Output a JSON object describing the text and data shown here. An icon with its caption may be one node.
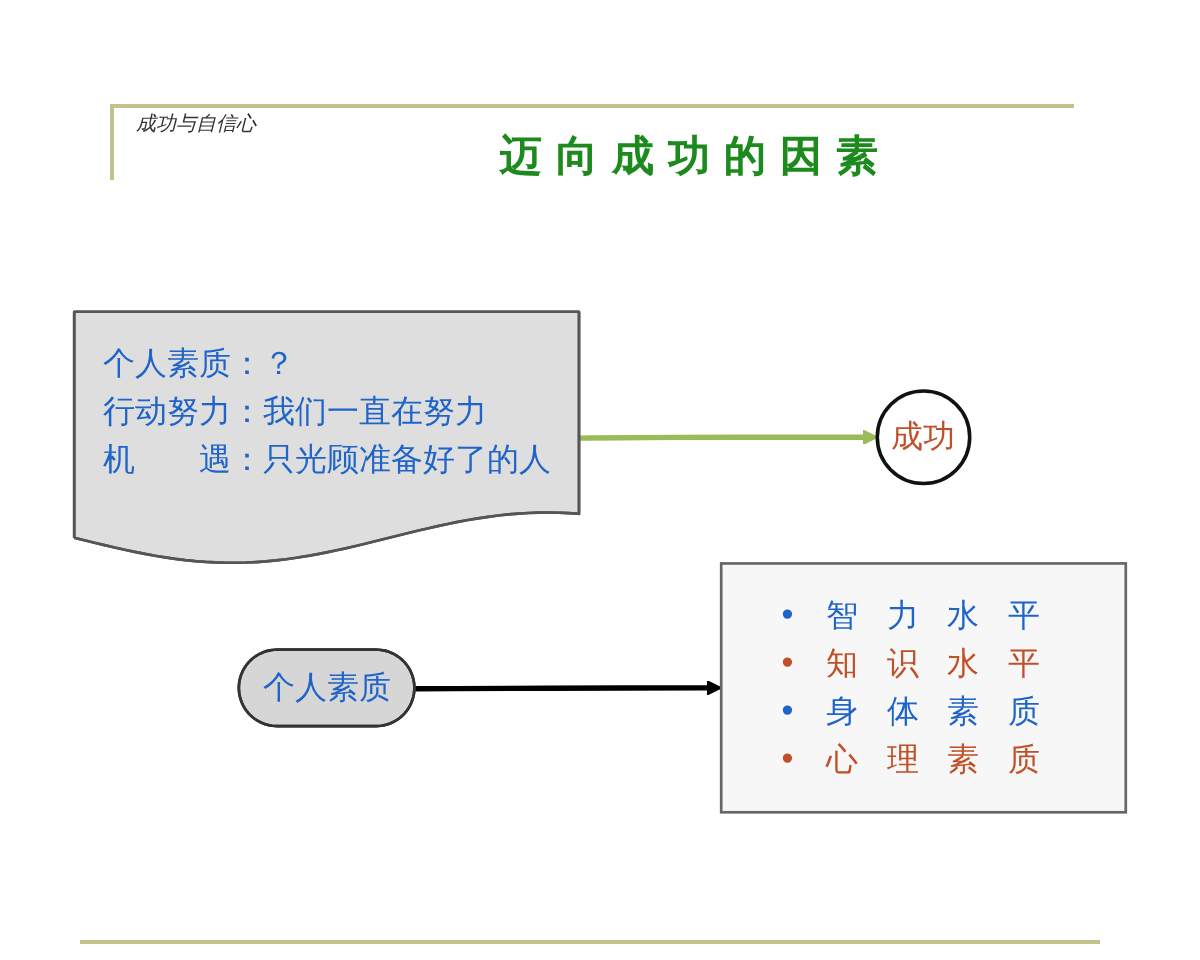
{
  "diagram": {
    "title": "迈向成功的因素",
    "nodes": [
      {
        "text": [
          "成功"
        ]
      },
      {
        "text": [
          "个人素质：？",
          "行动努力：我们一直在努力",
          "机　　遇：只光顾准备好了的人"
        ]
      },
      {
        "text": [
          "个人素质"
        ]
      },
      {
        "text": [
          "•智力水平",
          "•知识水平",
          "•身体素质",
          "•心理素质"
        ]
      }
    ],
    "edges": [
      {
        "from": 1,
        "to": 0,
        "arrow": "to",
        "color": "#9bbb59"
      },
      {
        "from": 2,
        "to": 3,
        "arrow": "to",
        "color": "#000000"
      }
    ],
    "labels": [
      "成功与自信心"
    ]
  }
}
